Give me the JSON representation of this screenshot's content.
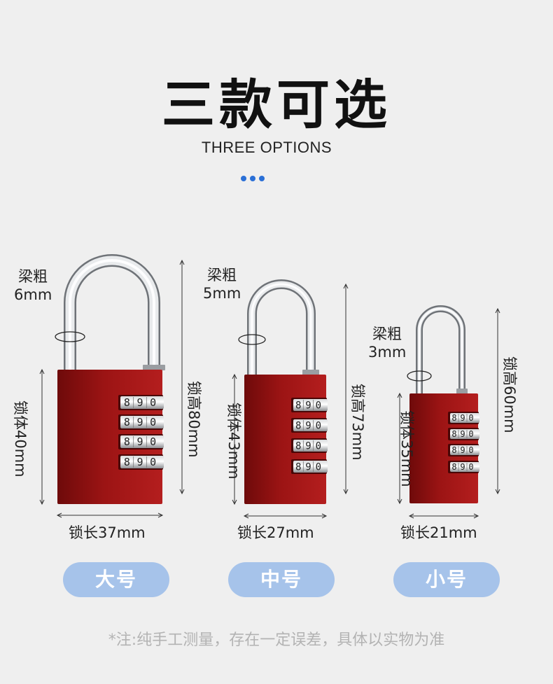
{
  "header": {
    "title": "三款可选",
    "subtitle": "THREE OPTIONS"
  },
  "colors": {
    "accent_dots": "#2a6fd6",
    "lock_body": "#a01818",
    "pill": "#a6c3ea",
    "note": "#b3b3b3"
  },
  "locks": [
    {
      "shackle": [
        "梁粗",
        "6mm"
      ],
      "body_height": "锁体40mm",
      "total_height": "锁高80mm",
      "width": "锁长37mm",
      "size_label": "大号",
      "dial_digits": [
        "8",
        "9",
        "0"
      ]
    },
    {
      "shackle": [
        "梁粗",
        "5mm"
      ],
      "body_height": "锁体43mm",
      "total_height": "锁高73mm",
      "width": "锁长27mm",
      "size_label": "中号",
      "dial_digits": [
        "8",
        "9",
        "0"
      ]
    },
    {
      "shackle": [
        "梁粗",
        "3mm"
      ],
      "body_height": "锁体35mm",
      "total_height": "锁高60mm",
      "width": "锁长21mm",
      "size_label": "小号",
      "dial_digits": [
        "8",
        "9",
        "0"
      ]
    }
  ],
  "footer": {
    "note": "*注:纯手工测量，存在一定误差，具体以实物为准"
  }
}
